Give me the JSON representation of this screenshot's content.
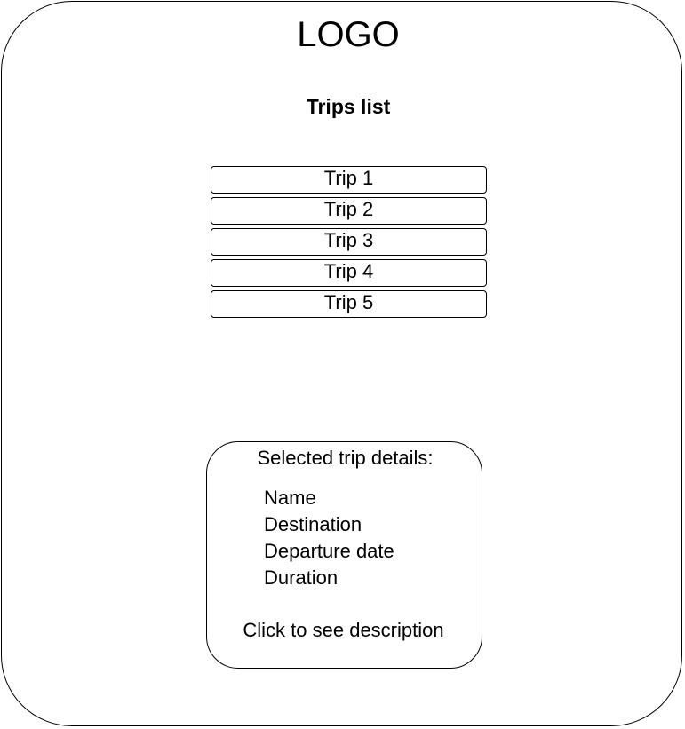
{
  "header": {
    "logo": "LOGO"
  },
  "trips_list": {
    "title": "Trips list",
    "items": [
      {
        "label": "Trip 1"
      },
      {
        "label": "Trip 2"
      },
      {
        "label": "Trip 3"
      },
      {
        "label": "Trip 4"
      },
      {
        "label": "Trip 5"
      }
    ]
  },
  "details": {
    "title": "Selected trip details:",
    "fields": [
      {
        "label": "Name"
      },
      {
        "label": "Destination"
      },
      {
        "label": "Departure date"
      },
      {
        "label": "Duration"
      }
    ],
    "link": "Click to see description"
  }
}
